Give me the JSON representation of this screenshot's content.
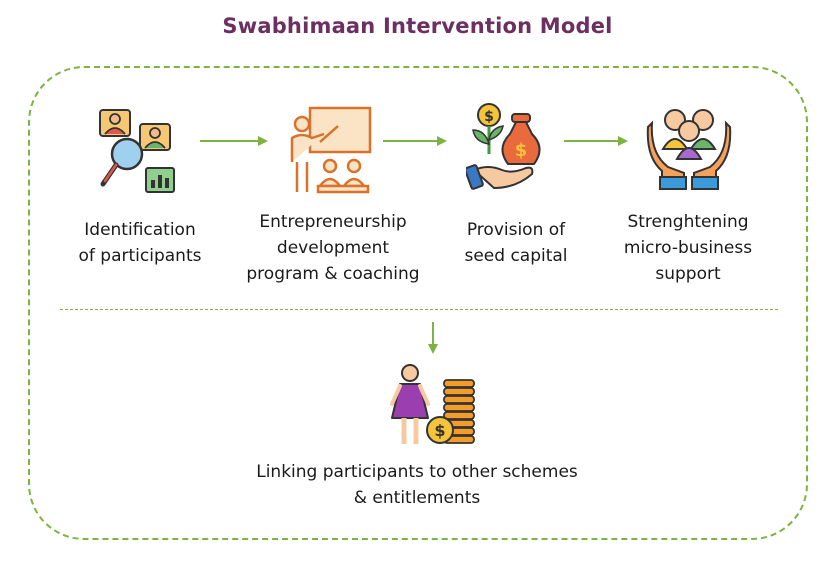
{
  "title": "Swabhimaan Intervention Model",
  "steps": [
    {
      "label_lines": [
        "Identification",
        "of participants"
      ],
      "icon": "identification-icon"
    },
    {
      "label_lines": [
        "Entrepreneurship",
        "development",
        "program & coaching"
      ],
      "icon": "trainer-presentation-icon"
    },
    {
      "label_lines": [
        "Provision of",
        "seed capital"
      ],
      "icon": "seed-capital-icon"
    },
    {
      "label_lines": [
        "Strenghtening",
        "micro-business",
        "support"
      ],
      "icon": "support-hands-icon"
    }
  ],
  "linkage": {
    "label_lines": [
      "Linking participants to other schemes",
      "& entitlements"
    ],
    "icon": "woman-coins-icon"
  },
  "colors": {
    "title": "#6b2f62",
    "frame": "#7cb342",
    "arrow": "#7cb342"
  }
}
